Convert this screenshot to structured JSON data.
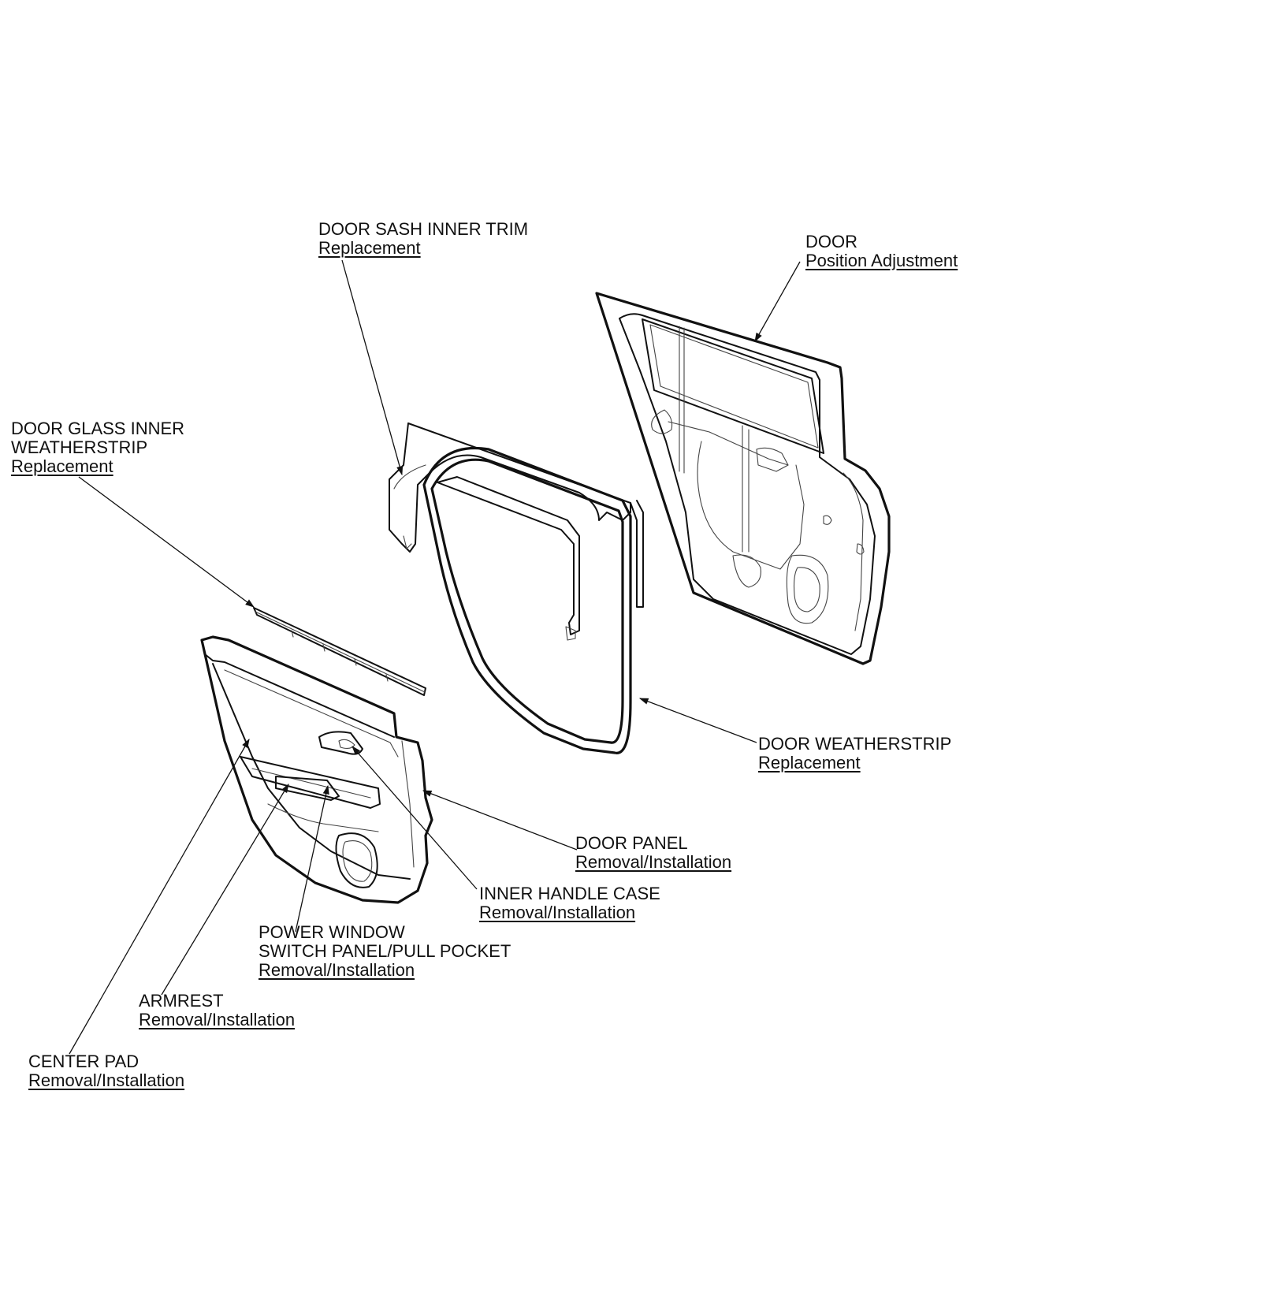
{
  "colors": {
    "ink": "#111111",
    "background": "#ffffff"
  },
  "callouts": {
    "door_sash_inner_trim": {
      "name": "DOOR SASH INNER TRIM",
      "action": "Replacement"
    },
    "door": {
      "name": "DOOR",
      "action": "Position Adjustment"
    },
    "door_glass_inner_weatherstrip": {
      "name_line1": "DOOR GLASS INNER",
      "name_line2": "WEATHERSTRIP",
      "action": "Replacement"
    },
    "door_weatherstrip": {
      "name": "DOOR WEATHERSTRIP",
      "action": "Replacement"
    },
    "door_panel": {
      "name": "DOOR PANEL",
      "action": "Removal/Installation"
    },
    "inner_handle_case": {
      "name": "INNER HANDLE CASE",
      "action": "Removal/Installation"
    },
    "power_window_switch_panel": {
      "name_line1": "POWER WINDOW",
      "name_line2": "SWITCH PANEL/PULL POCKET",
      "action": "Removal/Installation"
    },
    "armrest": {
      "name": "ARMREST",
      "action": "Removal/Installation"
    },
    "center_pad": {
      "name": "CENTER PAD",
      "action": "Removal/Installation"
    }
  }
}
